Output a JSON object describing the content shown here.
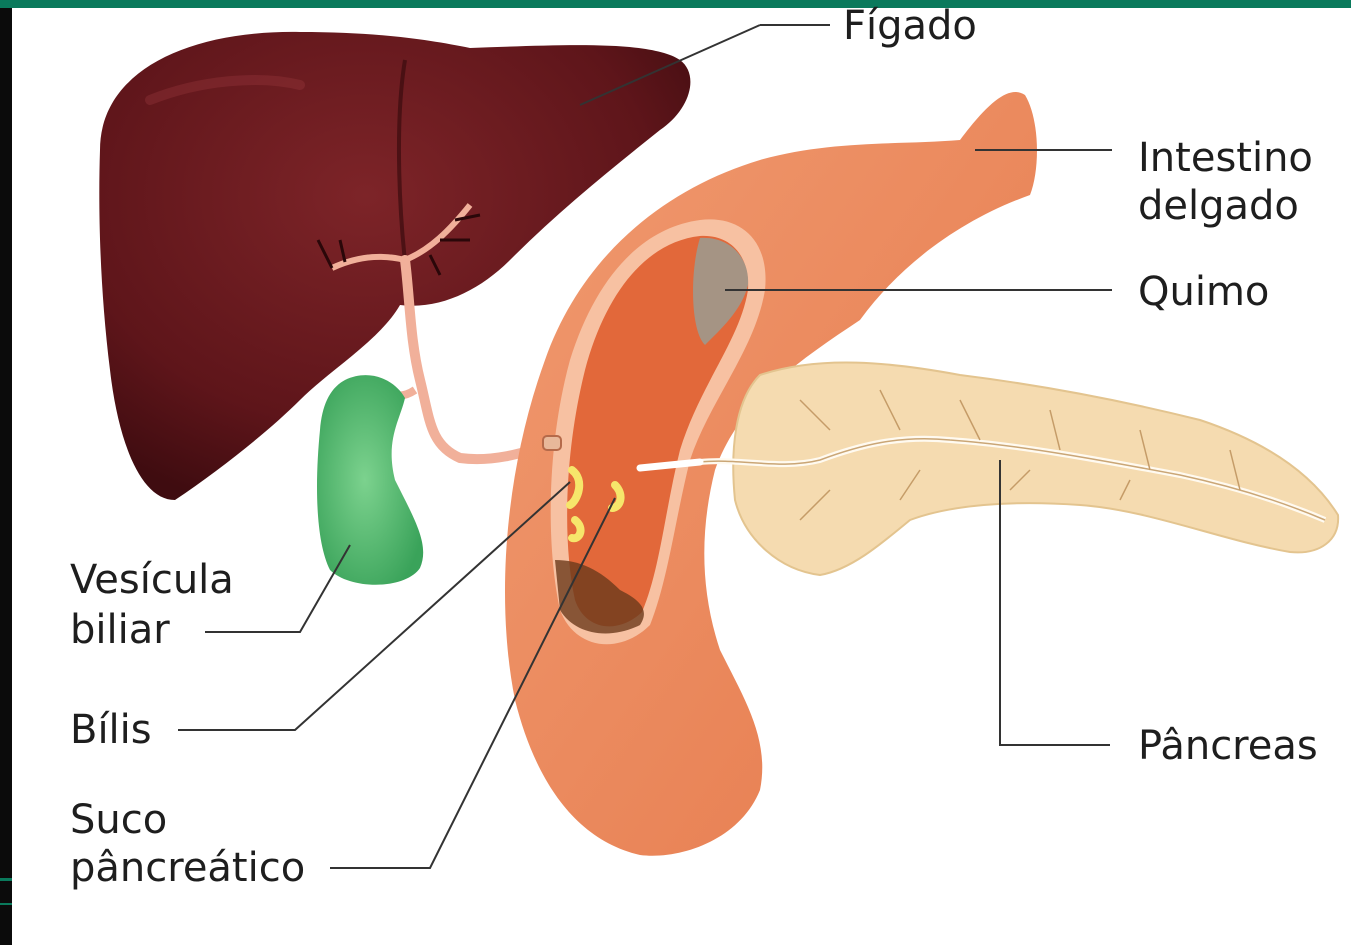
{
  "colors": {
    "frame_bar": "#0a7a5c",
    "left_bar": "#0b0b0b",
    "liver": "#6b1a1e",
    "liver_dark": "#3f0c10",
    "intestine": "#ea8a5f",
    "intestine_inner": "#e16a3c",
    "gallbladder": "#4dbf6c",
    "pancreas": "#f5dbb0",
    "chyme": "#a59484",
    "bile_duct": "#f1b09a"
  },
  "labels": {
    "figado": "Fígado",
    "intestino_line1": "Intestino",
    "intestino_line2": "delgado",
    "quimo": "Quimo",
    "vesicula_line1": "Vesícula",
    "vesicula_line2": "biliar",
    "bilis": "Bílis",
    "suco_line1": "Suco",
    "suco_line2": "pâncreático",
    "pancreas": "Pâncreas"
  }
}
